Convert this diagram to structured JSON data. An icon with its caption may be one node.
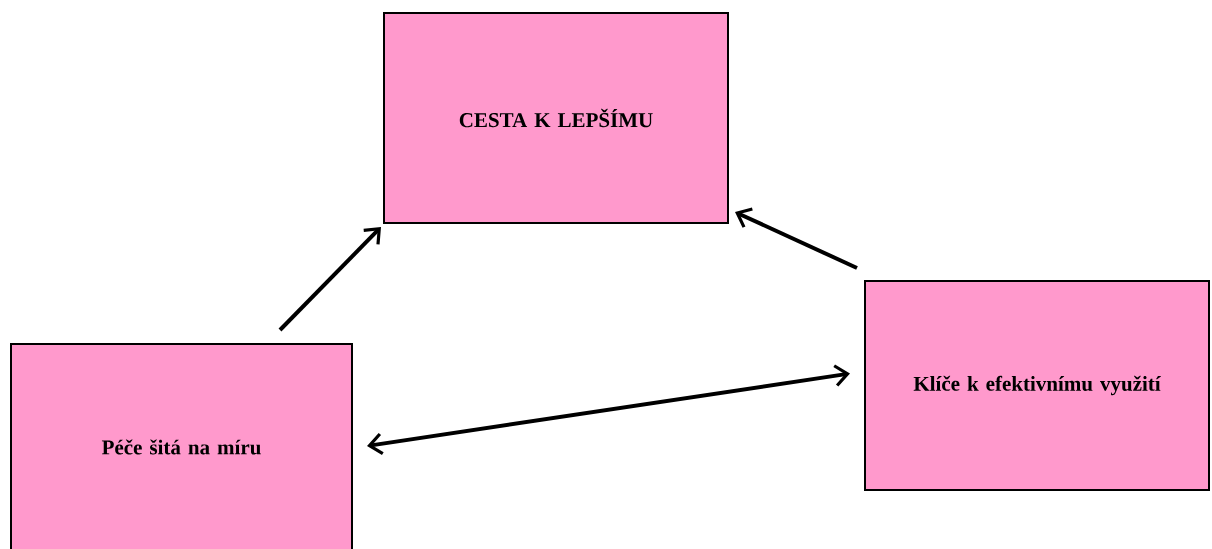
{
  "diagram": {
    "nodes": [
      {
        "text": [
          "CESTA K LEPŠÍMU"
        ]
      },
      {
        "text": [
          "Péče šitá na míru"
        ]
      },
      {
        "text": [
          "Klíče k efektivnímu využití"
        ]
      }
    ],
    "edges": [
      {
        "from": 1,
        "to": 0,
        "arrow": "to"
      },
      {
        "from": 2,
        "to": 0,
        "arrow": "to"
      },
      {
        "from": 1,
        "to": 2,
        "arrow": "both"
      }
    ]
  }
}
